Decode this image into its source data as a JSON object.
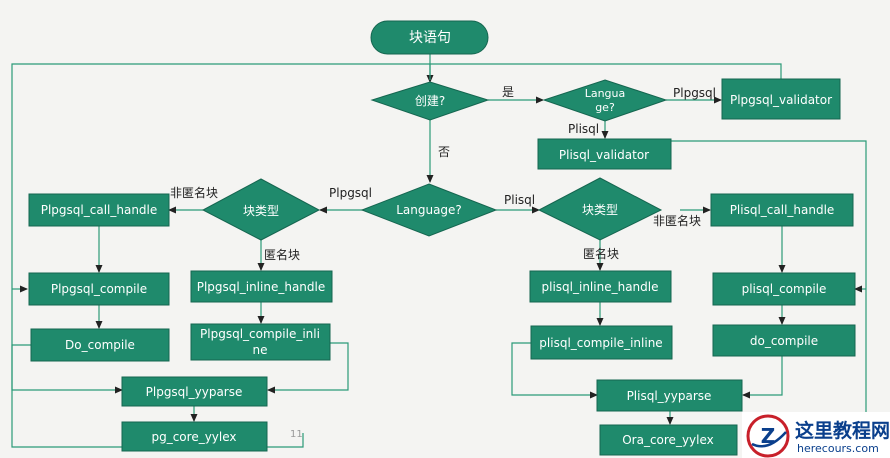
{
  "colors": {
    "node_fill": "#1f8a6c",
    "node_stroke": "#156650",
    "line": "#2b9a78",
    "arrow_head": "#222222",
    "background": "#f4f4f2",
    "watermark": "#0a3f8c"
  },
  "nodes": {
    "start": "块语句",
    "create_decision": "创建?",
    "language_decision_top_1": "Langua",
    "language_decision_top_2": "ge?",
    "plpgsql_validator": "Plpgsql_validator",
    "plisql_validator": "Plisql_validator",
    "language_decision": "Language?",
    "block_type_left": "块类型",
    "block_type_right": "块类型",
    "plpgsql_call_handle": "Plpgsql_call_handle",
    "plisql_call_handle": "Plisql_call_handle",
    "plpgsql_compile": "Plpgsql_compile",
    "plpgsql_inline_handle": "Plpgsql_inline_handle",
    "plisql_inline_handle": "plisql_inline_handle",
    "plisql_compile": "plisql_compile",
    "do_compile_left": "Do_compile",
    "plpgsql_compile_inline_1": "Plpgsql_compile_inli",
    "plpgsql_compile_inline_2": "ne",
    "plisql_compile_inline": "plisql_compile_inline",
    "do_compile_right": "do_compile",
    "plpgsql_yyparse": "Plpgsql_yyparse",
    "plisql_yyparse": "Plisql_yyparse",
    "pg_core_yylex": "pg_core_yylex",
    "ora_core_yylex": "Ora_core_yylex"
  },
  "edge_labels": {
    "yes": "是",
    "no": "否",
    "plpgsql_top": "Plpgsql",
    "plisql_top": "Plisql",
    "plpgsql_mid": "Plpgsql",
    "plisql_mid": "Plisql",
    "non_anonymous_left": "非匿名块",
    "anonymous_left": "匿名块",
    "anonymous_right": "匿名块",
    "non_anonymous_right": "非匿名块"
  },
  "page_number": "11",
  "watermark": {
    "logo": "Z",
    "title": "这里教程网",
    "url": "herecours.com"
  }
}
